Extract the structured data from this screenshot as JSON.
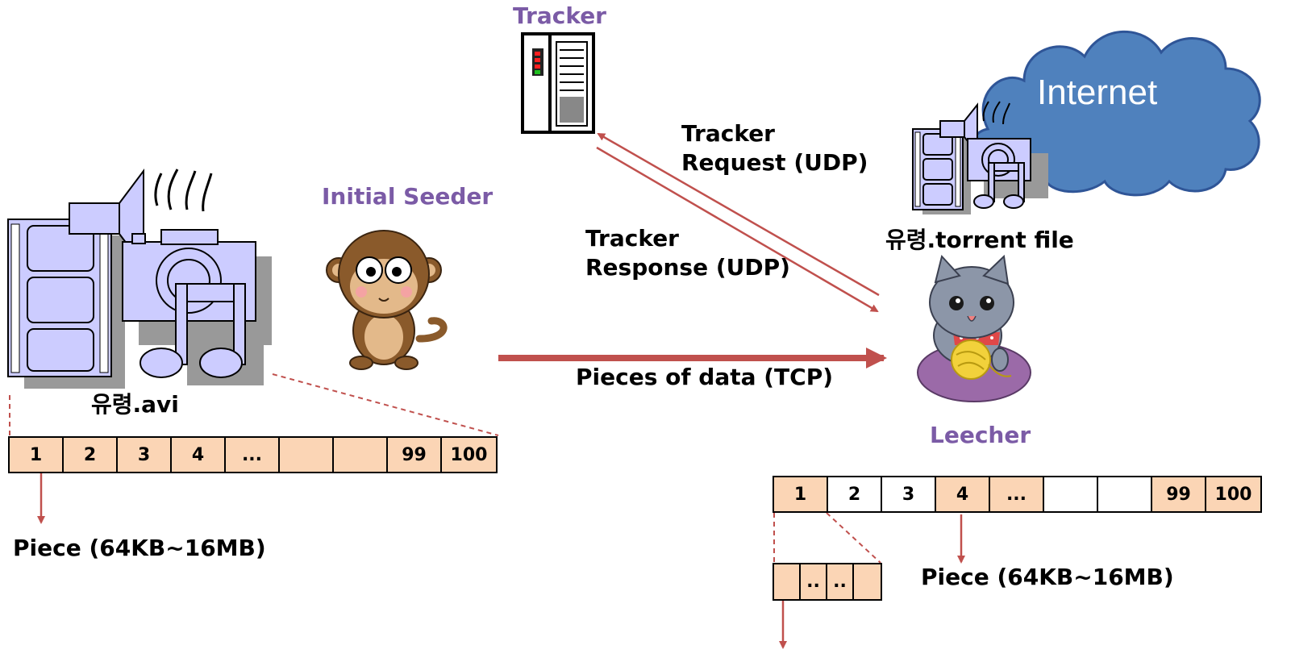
{
  "labels": {
    "tracker": "Tracker",
    "internet": "Internet",
    "tracker_request_line1": "Tracker",
    "tracker_request_line2": "Request (UDP)",
    "tracker_response_line1": "Tracker",
    "tracker_response_line2": "Response (UDP)",
    "initial_seeder": "Initial Seeder",
    "torrent_file": "유령.torrent file",
    "file_name": "유령.avi",
    "pieces_of_data": "Pieces of data (TCP)",
    "leecher": "Leecher",
    "piece_size_left": "Piece (64KB~16MB)",
    "piece_size_right": "Piece (64KB~16MB)"
  },
  "seeder_pieces": [
    {
      "label": "1",
      "filled": true
    },
    {
      "label": "2",
      "filled": true
    },
    {
      "label": "3",
      "filled": true
    },
    {
      "label": "4",
      "filled": true
    },
    {
      "label": "...",
      "filled": true
    },
    {
      "label": "",
      "filled": true
    },
    {
      "label": "",
      "filled": true
    },
    {
      "label": "99",
      "filled": true
    },
    {
      "label": "100",
      "filled": true
    }
  ],
  "leecher_pieces": [
    {
      "label": "1",
      "filled": true
    },
    {
      "label": "2",
      "filled": false
    },
    {
      "label": "3",
      "filled": false
    },
    {
      "label": "4",
      "filled": true
    },
    {
      "label": "...",
      "filled": true
    },
    {
      "label": "",
      "filled": false
    },
    {
      "label": "",
      "filled": false
    },
    {
      "label": "99",
      "filled": true
    },
    {
      "label": "100",
      "filled": true
    }
  ],
  "sub_blocks": [
    {
      "label": ""
    },
    {
      "label": ".."
    },
    {
      "label": ".."
    },
    {
      "label": ""
    }
  ],
  "colors": {
    "arrow": "#c0504d",
    "piece_fill": "#fbd5b5",
    "label_purple": "#7b5ba6",
    "cloud": "#4f81bd",
    "media_icon": "#ccccff"
  }
}
